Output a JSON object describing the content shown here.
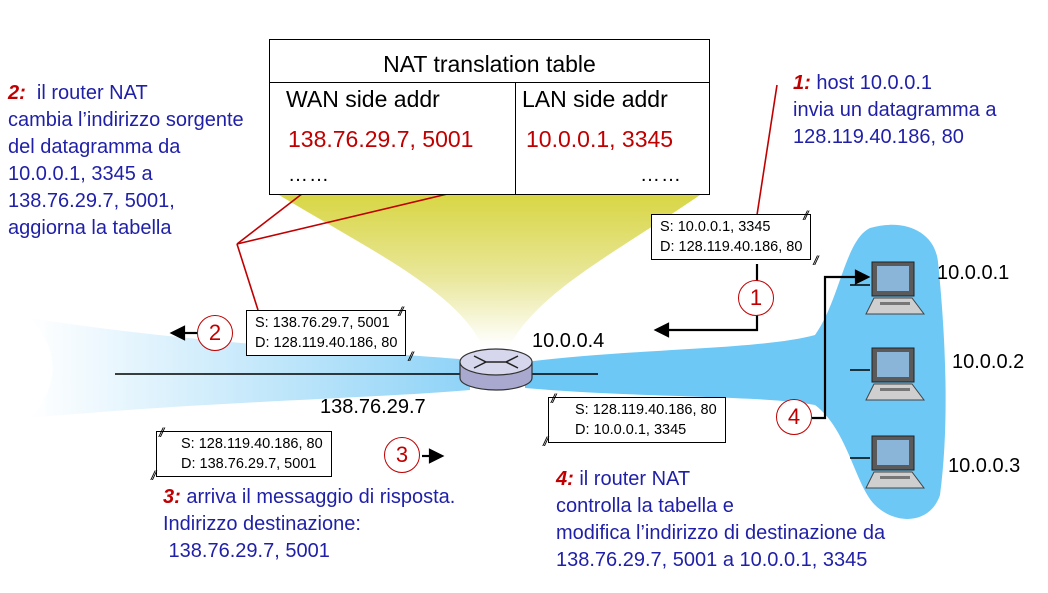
{
  "nat_table": {
    "title": "NAT translation table",
    "columns": [
      "WAN side addr",
      "LAN side addr"
    ],
    "row": [
      "138.76.29.7, 5001",
      "10.0.0.1, 3345"
    ],
    "ellipsis": [
      "……",
      "……"
    ]
  },
  "notes": {
    "step1": {
      "num": "1:",
      "lines": [
        "host 10.0.0.1",
        "invia un datagramma a",
        "128.119.40.186, 80"
      ]
    },
    "step2": {
      "num": "2:",
      "lines": [
        "il router NAT",
        "cambia l’indirizzo sorgente",
        "del datagramma da",
        "10.0.0.1, 3345 a",
        "138.76.29.7, 5001,",
        "aggiorna la tabella"
      ]
    },
    "step3": {
      "num": "3:",
      "lines": [
        "arriva il messaggio di risposta.",
        "Indirizzo destinazione:",
        " 138.76.29.7, 5001"
      ]
    },
    "step4": {
      "num": "4:",
      "lines": [
        "il router NAT",
        "controlla la tabella e",
        "modifica l’indirizzo di destinazione da",
        "138.76.29.7, 5001 a 10.0.0.1, 3345"
      ]
    }
  },
  "packets": {
    "p1": {
      "src": "S: 10.0.0.1, 3345",
      "dst": "D: 128.119.40.186, 80"
    },
    "p2": {
      "src": "S: 138.76.29.7, 5001",
      "dst": "D: 128.119.40.186, 80"
    },
    "p3": {
      "src": "S: 128.119.40.186, 80",
      "dst": "D: 138.76.29.7, 5001"
    },
    "p4": {
      "src": "S: 128.119.40.186, 80",
      "dst": "D: 10.0.0.1, 3345"
    }
  },
  "circles": [
    "1",
    "2",
    "3",
    "4"
  ],
  "addresses": {
    "router_lan": "10.0.0.4",
    "router_wan": "138.76.29.7",
    "host1": "10.0.0.1",
    "host2": "10.0.0.2",
    "host3": "10.0.0.3"
  },
  "colors": {
    "note_text": "#1f1fa8",
    "accent_red": "#c00000",
    "lan_blue": "#6ec8f5",
    "beam_yellow": "#d9d84a"
  }
}
